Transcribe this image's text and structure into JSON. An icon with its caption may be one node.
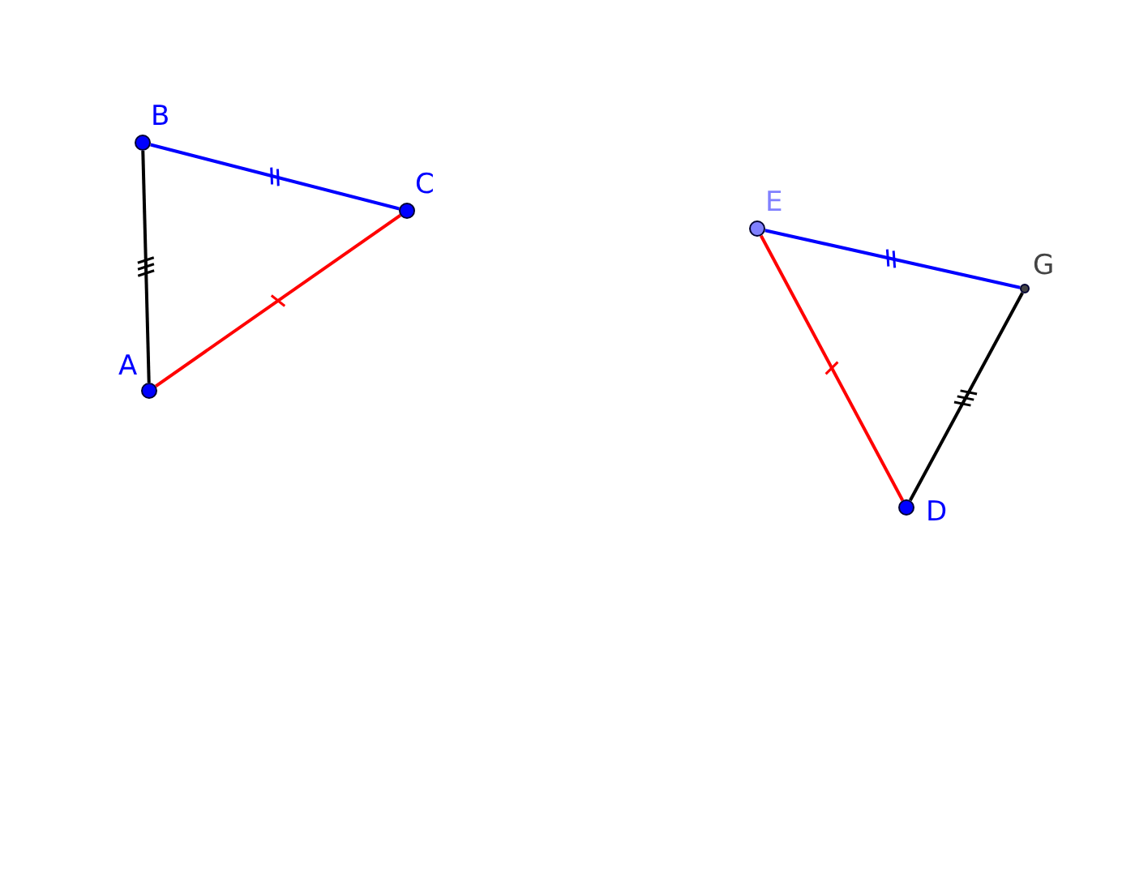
{
  "diagram": {
    "nodes": [
      {
        "text": [
          "B"
        ]
      },
      {
        "text": [
          "C"
        ]
      },
      {
        "text": [
          "E"
        ]
      },
      {
        "text": [
          "G"
        ]
      },
      {
        "text": [
          "A"
        ]
      },
      {
        "text": [
          "D"
        ]
      }
    ],
    "edges": [
      {
        "from": 0,
        "to": 1,
        "arrow": "none",
        "color": "#0000ff"
      },
      {
        "from": 1,
        "to": 4,
        "arrow": "none",
        "color": "#ff0000"
      },
      {
        "from": 4,
        "to": 0,
        "arrow": "none",
        "color": "#000000"
      },
      {
        "from": 2,
        "to": 3,
        "arrow": "none",
        "color": "#0000ff"
      },
      {
        "from": 3,
        "to": 5,
        "arrow": "none",
        "color": "#000000"
      },
      {
        "from": 5,
        "to": 2,
        "arrow": "none",
        "color": "#ff0000"
      }
    ]
  }
}
